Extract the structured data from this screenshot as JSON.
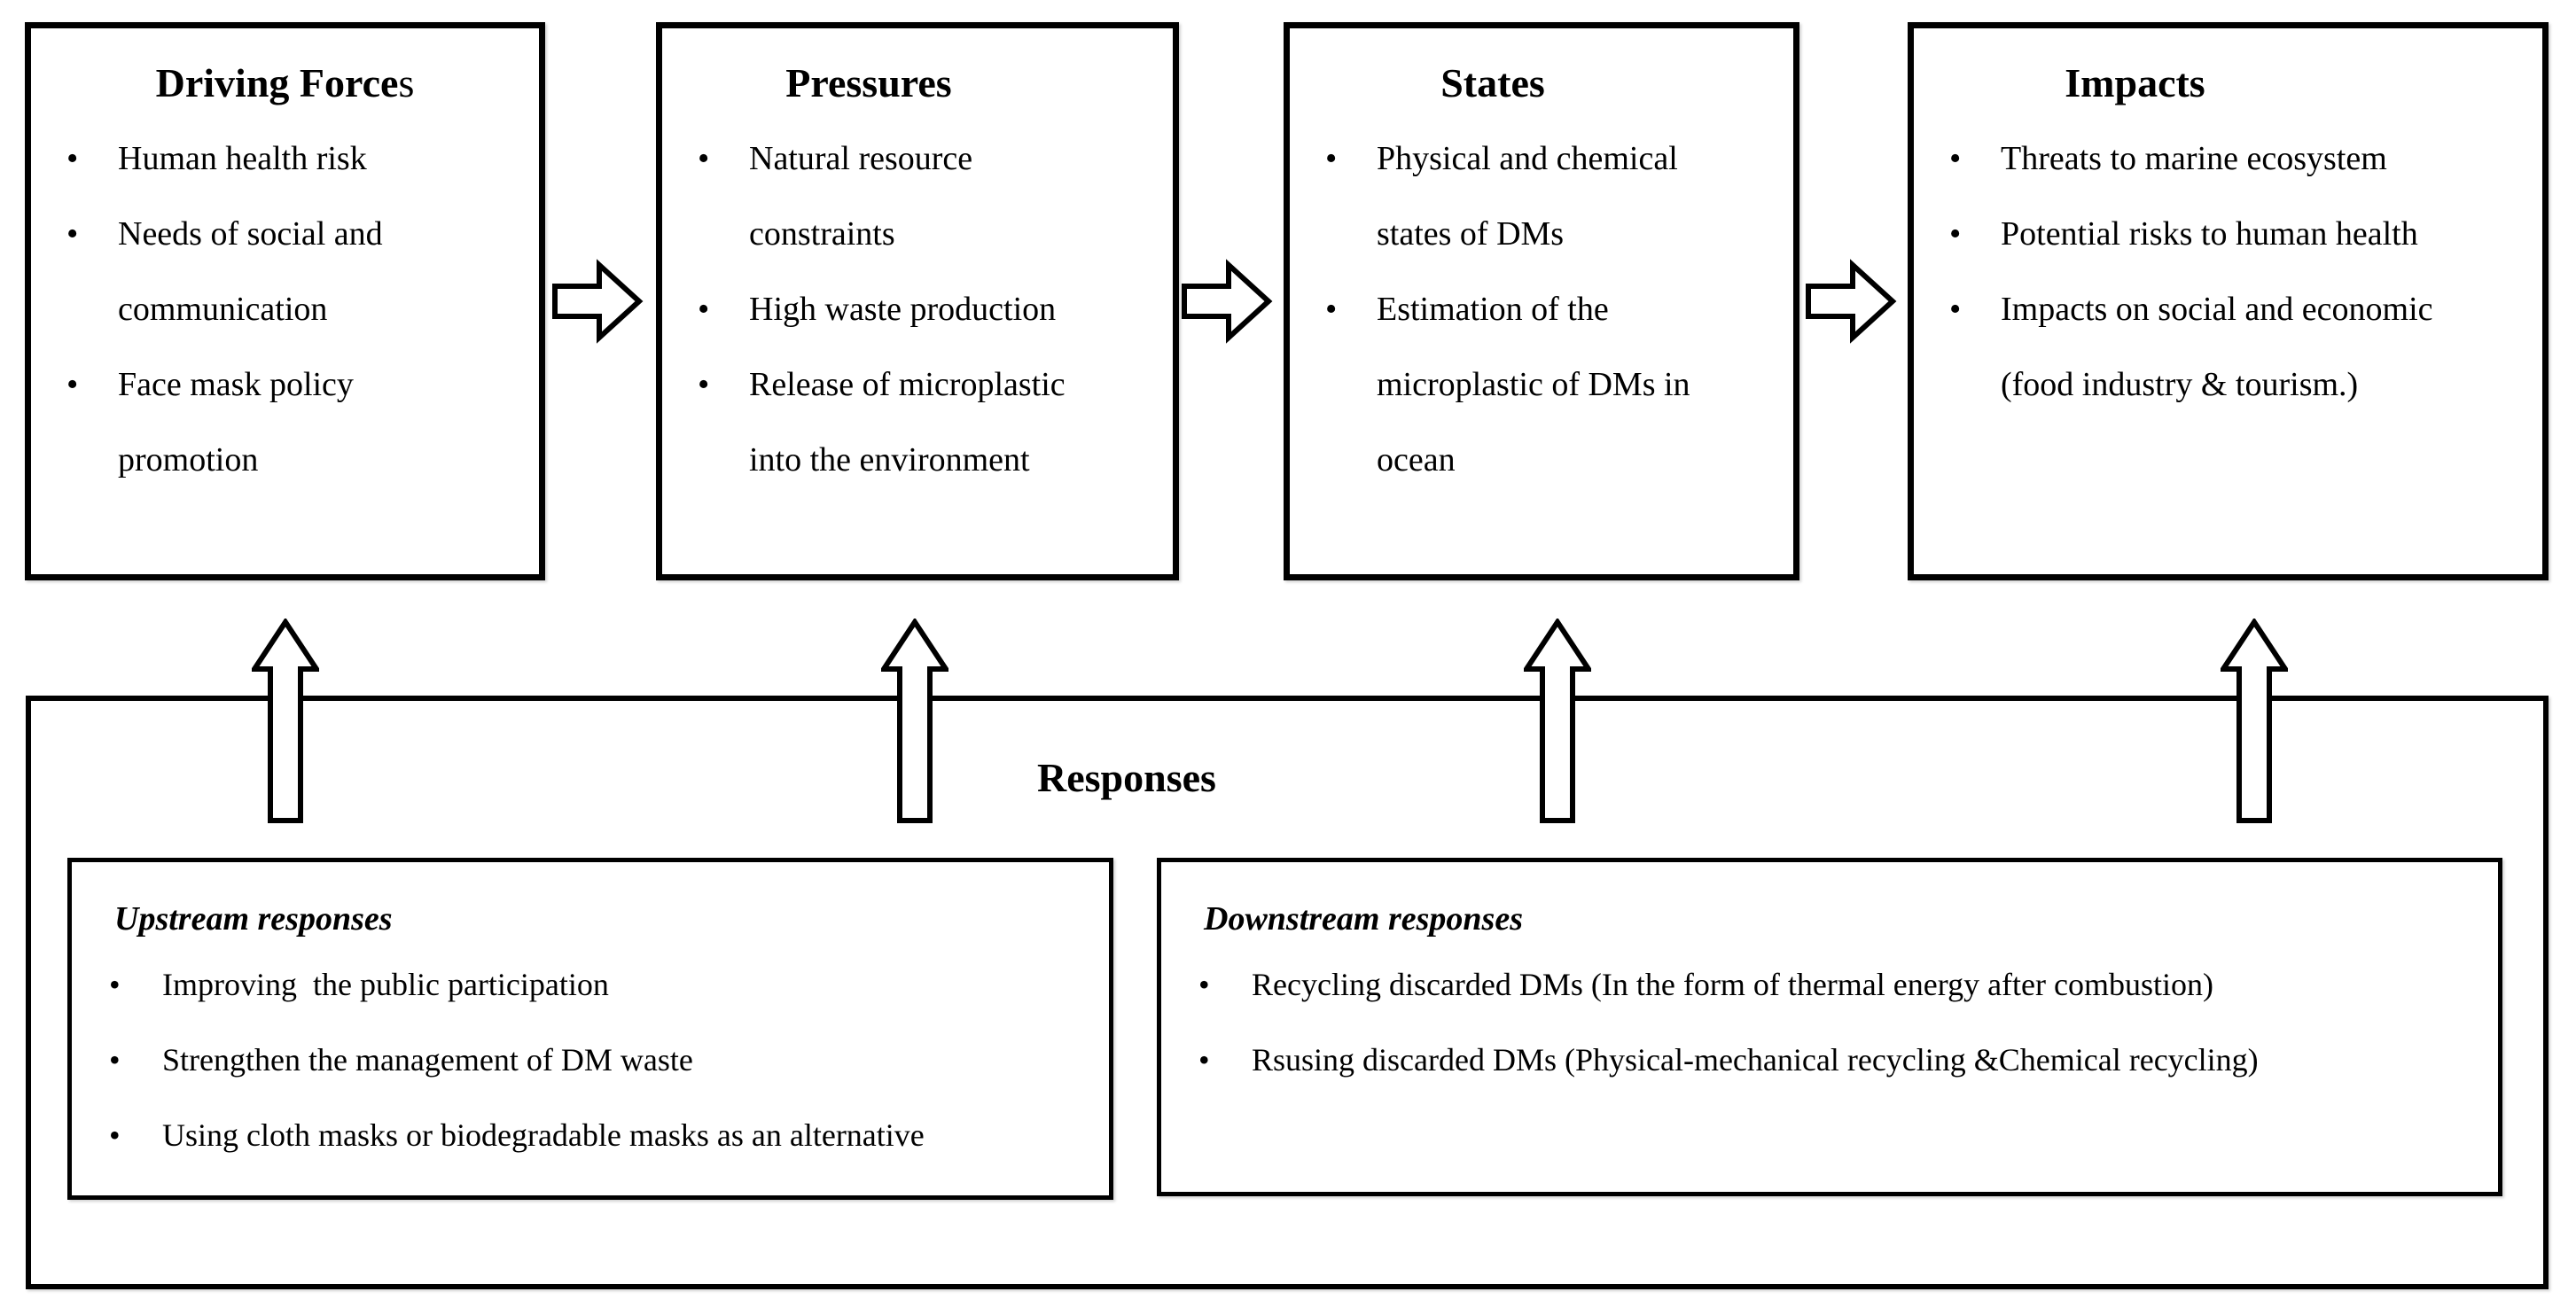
{
  "bullet_char": "•",
  "colors": {
    "line": "#000000",
    "background": "#ffffff",
    "text": "#000000"
  },
  "top_boxes": [
    {
      "title_main": "Driving Force",
      "title_tail": "s",
      "bullets": [
        "Human health risk",
        "Needs of social and\ncommunication",
        "Face mask policy\npromotion"
      ]
    },
    {
      "title_main": "Pressures",
      "title_tail": "",
      "bullets": [
        "Natural resource\nconstraints",
        "High waste production",
        "Release of microplastic\ninto the environment"
      ]
    },
    {
      "title_main": "States",
      "title_tail": "",
      "bullets": [
        "Physical and chemical\nstates of DMs",
        "Estimation of the\nmicroplastic of DMs in\nocean"
      ]
    },
    {
      "title_main": "Impacts",
      "title_tail": "",
      "bullets": [
        "Threats to marine ecosystem",
        "Potential risks to human health",
        "Impacts on social and economic\n(food industry & tourism.)"
      ]
    }
  ],
  "responses": {
    "title": "Responses",
    "upstream": {
      "title": "Upstream responses",
      "bullets": [
        "Improving  the public participation",
        "Strengthen the management of DM waste",
        "Using cloth masks or biodegradable masks as an alternative"
      ]
    },
    "downstream": {
      "title": "Downstream responses",
      "bullets": [
        "Recycling discarded DMs (In the form of thermal energy after combustion)",
        "Rsusing discarded DMs (Physical-mechanical recycling &Chemical recycling)"
      ]
    }
  }
}
